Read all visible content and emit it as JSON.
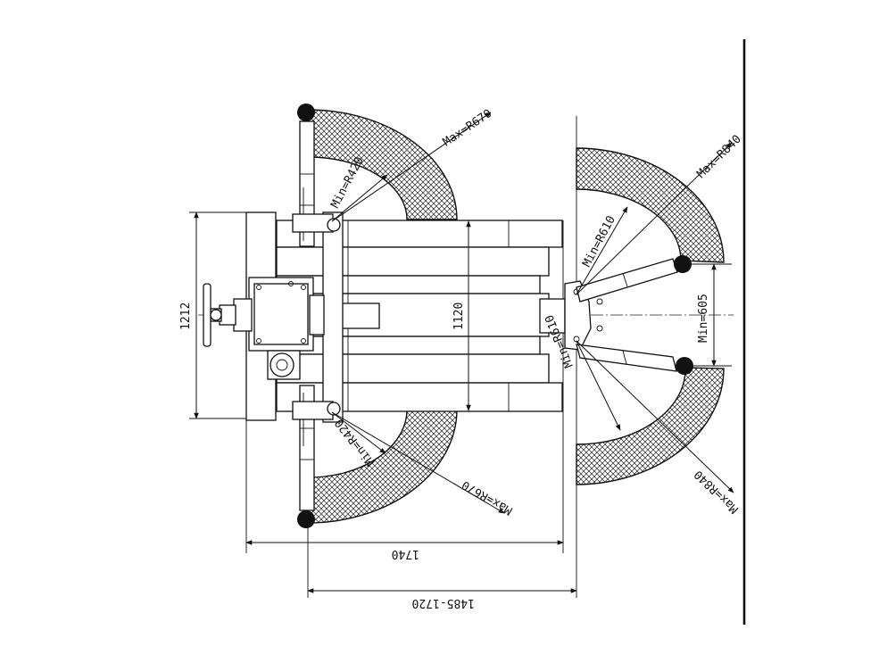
{
  "labels": {
    "max_r670_top": "Max=R670",
    "min_r420_top": "Min=R420",
    "max_r840_top": "Max=R840",
    "min_r610_top": "Min=R610",
    "min_605": "Min=605",
    "dim_1212": "1212",
    "dim_1120": "1120",
    "min_r420_bottom": "Min=R420",
    "max_r670_bottom": "Max=R670",
    "min_r610_bottom": "Min=R610",
    "max_r840_bottom": "Max=R840",
    "dim_1740": "1740",
    "dim_1485_1720": "1485-1720"
  }
}
